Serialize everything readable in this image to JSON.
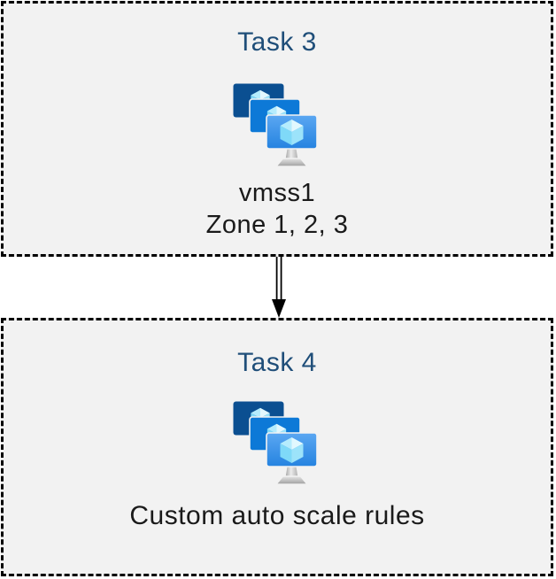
{
  "diagram": {
    "background_color": "#ffffff",
    "box_background_color": "#f2f2f2",
    "box_border_color": "#000000",
    "heading_color": "#1f4e79",
    "text_color": "#1a1a1a",
    "tasks": [
      {
        "title": "Task 3",
        "icon": "vm-scale-sets-icon",
        "lines": [
          "vmss1",
          "Zone 1, 2, 3"
        ]
      },
      {
        "title": "Task 4",
        "icon": "vm-scale-sets-icon",
        "lines": [
          "Custom auto scale rules"
        ]
      }
    ],
    "connector": {
      "type": "double-line-arrow",
      "direction": "down",
      "color": "#000000"
    },
    "icon_colors": {
      "monitor_back": "#0b4f91",
      "monitor_middle": "#0d79d7",
      "monitor_front_top": "#5ba7f2",
      "monitor_front_bottom": "#2583e0",
      "cube_top_left": "#b5ecfd",
      "cube_top_right": "#e2f8fe",
      "cube_side_left": "#7fd9f8",
      "cube_side_right": "#9ce3fa",
      "stand_gray": "#c2c2c2"
    }
  }
}
